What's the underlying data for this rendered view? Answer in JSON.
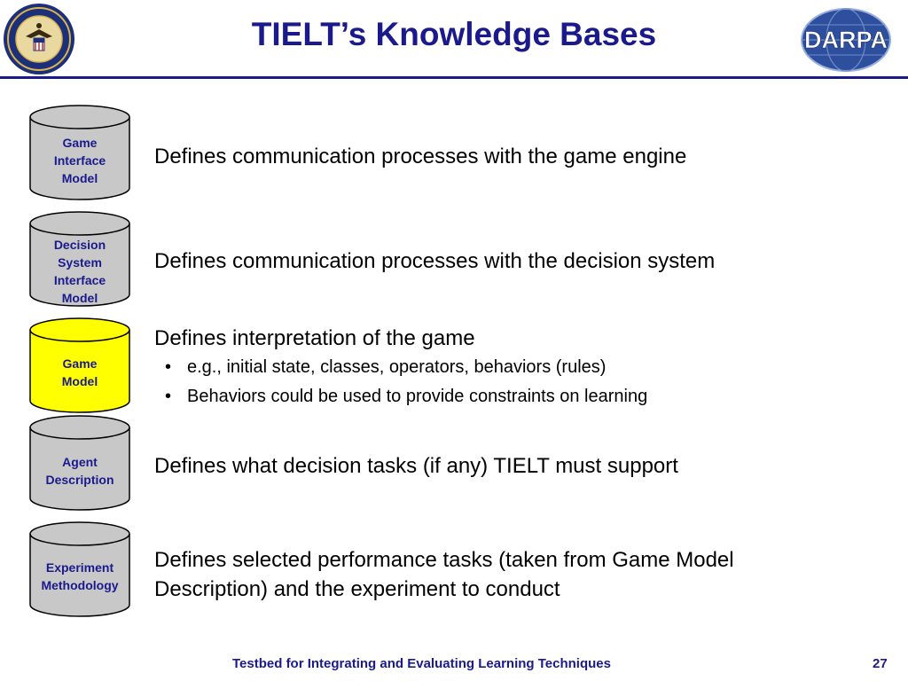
{
  "title": "TIELT’s Knowledge Bases",
  "logos": {
    "left": "navy-research-laboratory-seal",
    "right_text": "DARPA"
  },
  "knowledge_bases": [
    {
      "label_lines": [
        "Game",
        "Interface",
        "Model"
      ],
      "fill": "#c8c8c8",
      "description": "Defines communication processes with the game engine",
      "bullets": []
    },
    {
      "label_lines": [
        "Decision",
        "System",
        "Interface",
        "Model"
      ],
      "fill": "#c8c8c8",
      "description": "Defines communication processes with the decision system",
      "bullets": []
    },
    {
      "label_lines": [
        "Game",
        "Model"
      ],
      "fill": "#ffff00",
      "description": "Defines interpretation of the game",
      "bullets": [
        "e.g., initial state, classes, operators, behaviors (rules)",
        "Behaviors could be used to provide constraints on learning"
      ]
    },
    {
      "label_lines": [
        "Agent",
        "Description"
      ],
      "fill": "#c8c8c8",
      "description": "Defines what decision tasks (if any) TIELT must support",
      "bullets": []
    },
    {
      "label_lines": [
        "Experiment",
        "Methodology"
      ],
      "fill": "#c8c8c8",
      "description_lines": [
        "Defines selected performance tasks (taken from Game Model",
        "Description) and the experiment to conduct"
      ],
      "bullets": []
    }
  ],
  "footer": {
    "text": "Testbed for Integrating and Evaluating Learning Techniques",
    "page_number": "27"
  },
  "colors": {
    "title": "#1a1a8c",
    "cylinder_default": "#c8c8c8",
    "cylinder_highlight": "#ffff00"
  }
}
